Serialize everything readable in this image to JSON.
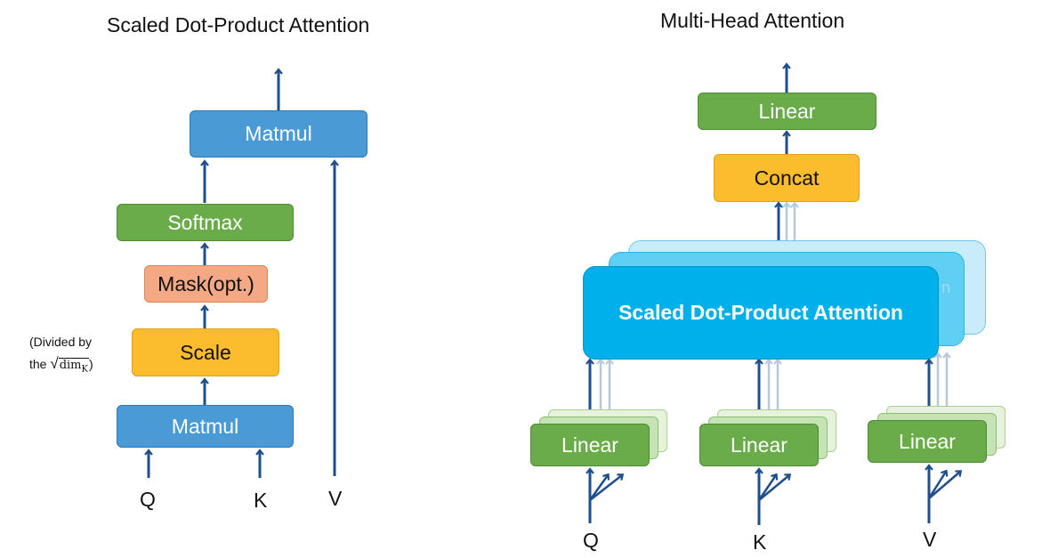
{
  "left": {
    "title": "Scaled Dot-Product Attention",
    "matmul_top": "Matmul",
    "softmax": "Softmax",
    "mask": "Mask(opt.)",
    "scale": "Scale",
    "matmul_bottom": "Matmul",
    "input_q": "Q",
    "input_k": "K",
    "input_v": "V",
    "note_line1": "(Divided by",
    "note_the": "the",
    "note_sqrt_arg": "dim",
    "note_sub": "K",
    "note_close": ")"
  },
  "right": {
    "title": "Multi-Head Attention",
    "linear_top": "Linear",
    "concat": "Concat",
    "attention": "Scaled Dot-Product Attention",
    "attention_ghost_tail": "n",
    "linear_q": "Linear",
    "linear_k": "Linear",
    "linear_v": "Linear",
    "input_q": "Q",
    "input_k": "K",
    "input_v": "V"
  },
  "colors": {
    "arrow": "#1f4e8c",
    "arrow_faded": "#b8c8dc",
    "matmul": "#4a9ad6",
    "softmax": "#6aab4a",
    "mask": "#f4a883",
    "scale": "#fbbd2e",
    "attention": "#00b0ea"
  }
}
